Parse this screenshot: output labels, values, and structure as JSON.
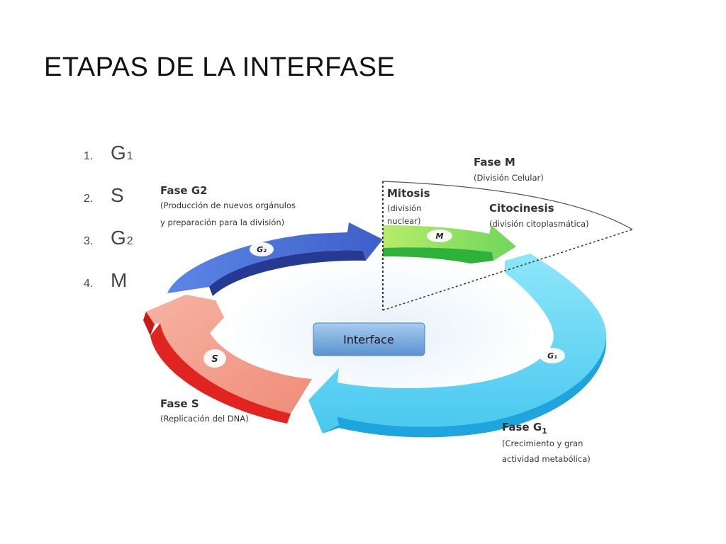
{
  "title": "ETAPAS DE LA INTERFASE",
  "list": [
    {
      "num": "1.",
      "sym": "G",
      "sub": "1"
    },
    {
      "num": "2.",
      "sym": "S",
      "sub": ""
    },
    {
      "num": "3.",
      "sym": "G",
      "sub": "2"
    },
    {
      "num": "4.",
      "sym": "M",
      "sub": ""
    }
  ],
  "center_label": "Interface",
  "badges": {
    "g2": "G₂",
    "s": "S",
    "m": "M",
    "g1": "G₁"
  },
  "phases": {
    "g2": {
      "title": "Fase G2",
      "line1": "(Producción de nuevos orgánulos",
      "line2": "y preparación para la división)"
    },
    "m": {
      "title": "Fase M",
      "line1": "(División Celular)"
    },
    "mitosis": {
      "title": "Mitosis",
      "line1": "(división",
      "line2": "nuclear)"
    },
    "cito": {
      "title": "Citocinesis",
      "line1": "(división citoplasmática)"
    },
    "s": {
      "title": "Fase S",
      "line1": "(Replicación del DNA)"
    },
    "g1": {
      "title": "Fase G",
      "sub": "1",
      "line1": "(Crecimiento y gran",
      "line2": "actividad metabólica)"
    }
  },
  "colors": {
    "g2": "#4a6fd6",
    "g2_dark": "#263a94",
    "s": "#f39a86",
    "s_dark": "#e0241f",
    "m": "#98e05a",
    "m_dark": "#2fb23a",
    "g1": "#6fdcf5",
    "g1_dark": "#1ea5de",
    "center": "#6aa2d6"
  }
}
